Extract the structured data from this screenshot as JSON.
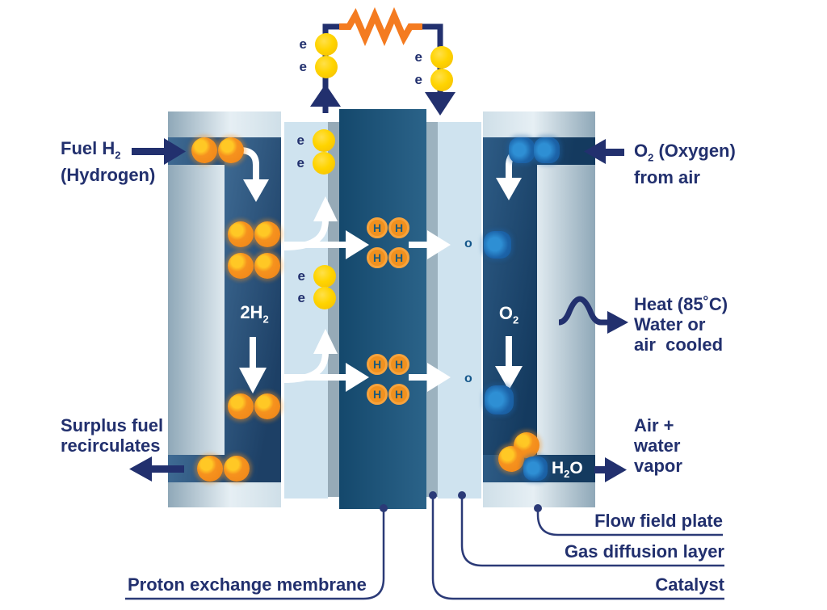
{
  "labels": {
    "fuel_line1_pre": "Fuel H",
    "fuel_line1_sub": "2",
    "fuel_line2": "(Hydrogen)",
    "oxygen_line1_pre": "O",
    "oxygen_line1_sub": "2",
    "oxygen_line1_post": " (Oxygen)",
    "oxygen_line2": "from air",
    "heat_line1": "Heat (85˚C)",
    "heat_line2": "Water or",
    "heat_line3": "air  cooled",
    "surplus_line1": "Surplus fuel",
    "surplus_line2": "recirculates",
    "airwater_line1": "Air +",
    "airwater_line2": "water",
    "airwater_line3": "vapor",
    "channel_h2_pre": "2H",
    "channel_h2_sub": "2",
    "channel_o2_pre": "O",
    "channel_o2_sub": "2",
    "h2o_pre": "H",
    "h2o_sub": "2",
    "h2o_post": "O",
    "electron": "e",
    "proton": "H",
    "oxygen_atom": "o",
    "layer_membrane": "Proton exchange membrane",
    "layer_catalyst": "Catalyst",
    "layer_gdl": "Gas diffusion layer",
    "layer_ffp": "Flow field plate"
  },
  "colors": {
    "navy": "#22306e",
    "membrane_teal": "#1d5578",
    "gdl_blue": "#cfe3ef",
    "catalyst_gray": "#96aab7",
    "plate_gray": "#b7cbd6",
    "channel_slate": "#2a537c",
    "hydrogen_orange": "#f6921e",
    "resistor_orange": "#f47b20",
    "electron_yellow": "#ffd400",
    "oxygen_blue": "#1c63a8",
    "white": "#ffffff"
  }
}
